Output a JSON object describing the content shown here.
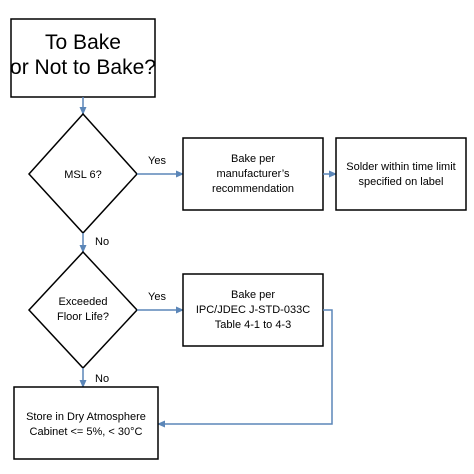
{
  "diagram": {
    "start": {
      "lines": [
        "To Bake",
        "or Not to Bake?"
      ]
    },
    "decision_msl": {
      "lines": [
        "MSL 6?"
      ]
    },
    "decision_floor": {
      "lines": [
        "Exceeded",
        "Floor Life?"
      ]
    },
    "bake_manufacturer": {
      "lines": [
        "Bake per",
        "manufacturer’s",
        "recommendation"
      ]
    },
    "solder": {
      "lines": [
        "Solder within time limit",
        "specified on label"
      ]
    },
    "bake_ipc": {
      "lines": [
        "Bake per",
        "IPC/JDEC J-STD-033C",
        "Table 4-1 to 4-3"
      ]
    },
    "store": {
      "lines": [
        "Store in Dry Atmosphere",
        "Cabinet <= 5%, < 30°C"
      ]
    },
    "edges": {
      "msl_yes": "Yes",
      "msl_no": "No",
      "floor_yes": "Yes",
      "floor_no": "No"
    },
    "colors": {
      "arrow": "#5b86b8",
      "node_stroke": "#000000"
    }
  }
}
